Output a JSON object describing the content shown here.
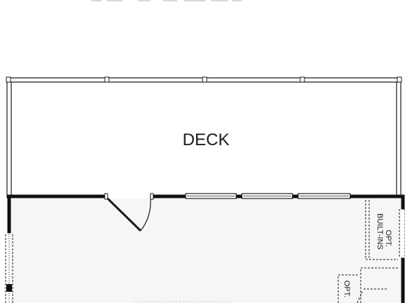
{
  "plan": {
    "deck_label": "DECK",
    "builtins_label_line1": "OPT.",
    "builtins_label_line2": "BUILT-INS",
    "opt_label": "OPT."
  },
  "colors": {
    "wall": "#111111",
    "line": "#1a1a1a",
    "interior_fill": "#f6f6f6",
    "background": "#ffffff"
  }
}
